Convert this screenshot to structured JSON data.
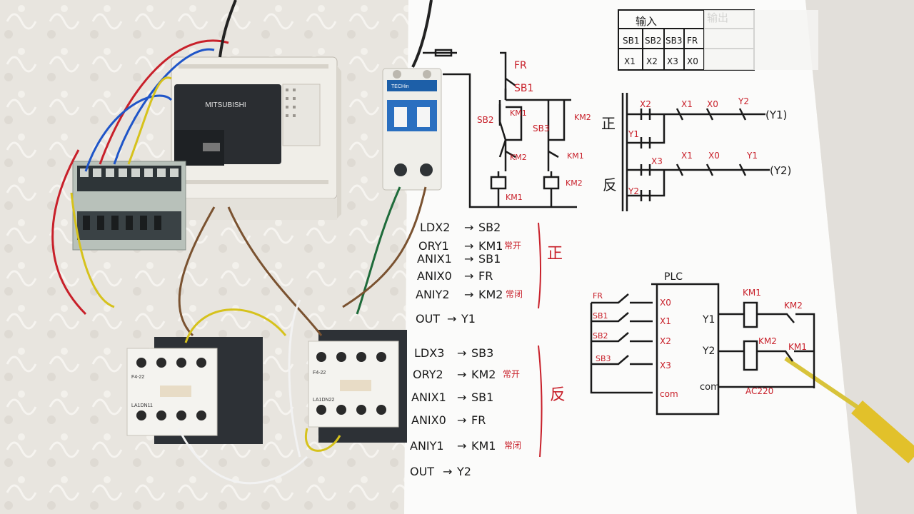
{
  "plc_brand": "MITSUBISHI",
  "breaker_brand": "TECHin",
  "contactor_left_model": "F4-22",
  "contactor_left_label": "LA1DN11",
  "contactor_right_model": "F4-22",
  "contactor_right_label": "LA1DN22",
  "io_table": {
    "input_header": "输入",
    "output_header": "输出",
    "inputs": [
      "SB1",
      "SB2",
      "SB3",
      "FR"
    ],
    "input_addresses": [
      "X1",
      "X2",
      "X3",
      "X0"
    ]
  },
  "relay_circuit": {
    "fr": "FR",
    "sb1": "SB1",
    "sb2": "SB2",
    "sb3": "SB3",
    "km1": "KM1",
    "km2": "KM2"
  },
  "ladder": {
    "forward_mark": "正",
    "reverse_mark": "反",
    "fwd_contacts": [
      "X2",
      "X1",
      "X0",
      "Y2"
    ],
    "fwd_hold": "Y1",
    "fwd_coil": "(Y1)",
    "rev_contacts": [
      "X3",
      "X1",
      "X0",
      "Y1"
    ],
    "rev_hold": "Y2",
    "rev_coil": "(Y2)"
  },
  "program_forward": [
    {
      "op": "LDX2",
      "arrow": "→",
      "tgt": "SB2",
      "note": ""
    },
    {
      "op": "ORY1",
      "arrow": "→",
      "tgt": "KM1",
      "note": "常开"
    },
    {
      "op": "ANIX1",
      "arrow": "→",
      "tgt": "SB1",
      "note": ""
    },
    {
      "op": "ANIX0",
      "arrow": "→",
      "tgt": "FR",
      "note": ""
    },
    {
      "op": "ANIY2",
      "arrow": "→",
      "tgt": "KM2",
      "note": "常闭"
    },
    {
      "op": "OUT",
      "arrow": "→",
      "tgt": "Y1",
      "note": ""
    }
  ],
  "program_forward_mark": "正",
  "program_reverse": [
    {
      "op": "LDX3",
      "arrow": "→",
      "tgt": "SB3",
      "note": ""
    },
    {
      "op": "ORY2",
      "arrow": "→",
      "tgt": "KM2",
      "note": "常开"
    },
    {
      "op": "ANIX1",
      "arrow": "→",
      "tgt": "SB1",
      "note": ""
    },
    {
      "op": "ANIX0",
      "arrow": "→",
      "tgt": "FR",
      "note": ""
    },
    {
      "op": "ANIY1",
      "arrow": "→",
      "tgt": "KM1",
      "note": "常闭"
    },
    {
      "op": "OUT",
      "arrow": "→",
      "tgt": "Y2",
      "note": ""
    }
  ],
  "program_reverse_mark": "反",
  "wiring": {
    "plc_label": "PLC",
    "input_switches": [
      "FR",
      "SB1",
      "SB2",
      "SB3"
    ],
    "plc_inputs": [
      "X0",
      "X1",
      "X2",
      "X3",
      "com"
    ],
    "plc_outputs": [
      "Y1",
      "Y2",
      "com"
    ],
    "coils": [
      "KM1",
      "KM2"
    ],
    "interlocks": [
      "KM2",
      "KM1"
    ],
    "supply": "AC220"
  }
}
